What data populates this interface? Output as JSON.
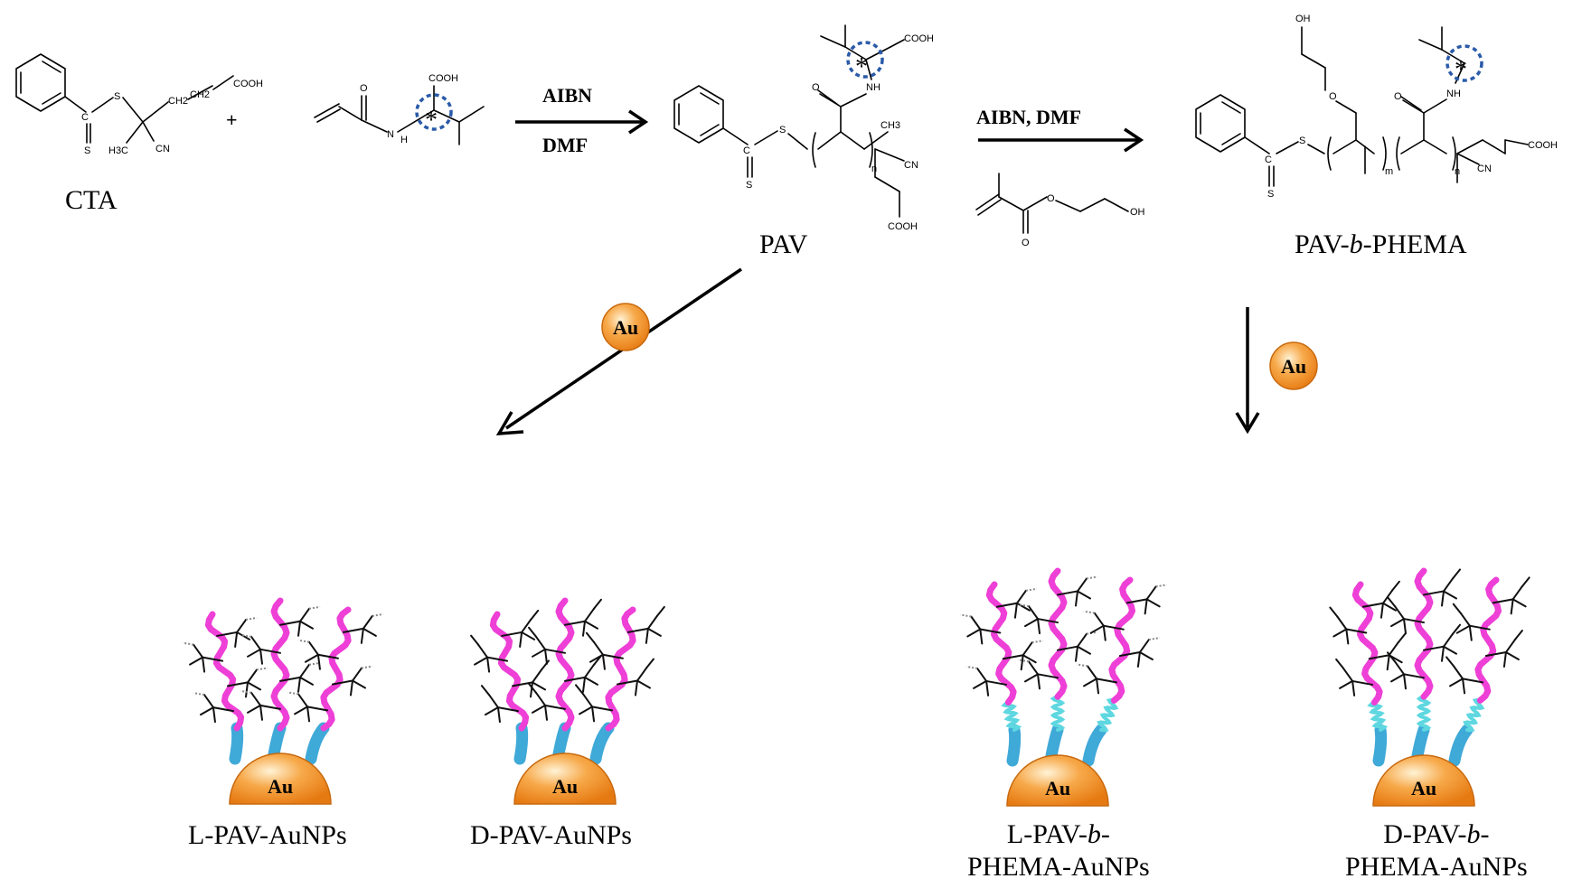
{
  "labels": {
    "cta": "CTA",
    "plus": "+",
    "pav": "PAV",
    "pav_b_phema_pre": "PAV-",
    "pav_b_phema_b": "b",
    "pav_b_phema_post": "-PHEMA",
    "l_pav_aunps": "L-PAV-AuNPs",
    "d_pav_aunps": "D-PAV-AuNPs",
    "l_pav_b_line1_pre": "L-PAV-",
    "l_pav_b_line1_b": "b",
    "l_pav_b_line1_post": "-",
    "l_pav_b_line2": "PHEMA-AuNPs",
    "d_pav_b_line1_pre": "D-PAV-",
    "d_pav_b_line1_b": "b",
    "d_pav_b_line1_post": "-",
    "d_pav_b_line2": "PHEMA-AuNPs"
  },
  "reagents": {
    "step1_top": "AIBN",
    "step1_bottom": "DMF",
    "step2_top": "AIBN, DMF"
  },
  "gold": "Au",
  "atoms": {
    "cooh": "COOH",
    "s": "S",
    "ch2": "CH2",
    "h3c": "H3C",
    "ch3": "CH3",
    "cn": "CN",
    "c": "C",
    "o": "O",
    "n": "N",
    "h": "H",
    "nh": "NH",
    "oh": "OH",
    "star": "*",
    "sub_n": "n",
    "sub_m": "m"
  },
  "colors": {
    "pav_chain": "#ee3fd6",
    "phema_chain": "#5ed7e0",
    "anchor": "#3fa9d8",
    "gold_particle": "#f39a32",
    "chiral_marker": "#2a5aa8"
  }
}
